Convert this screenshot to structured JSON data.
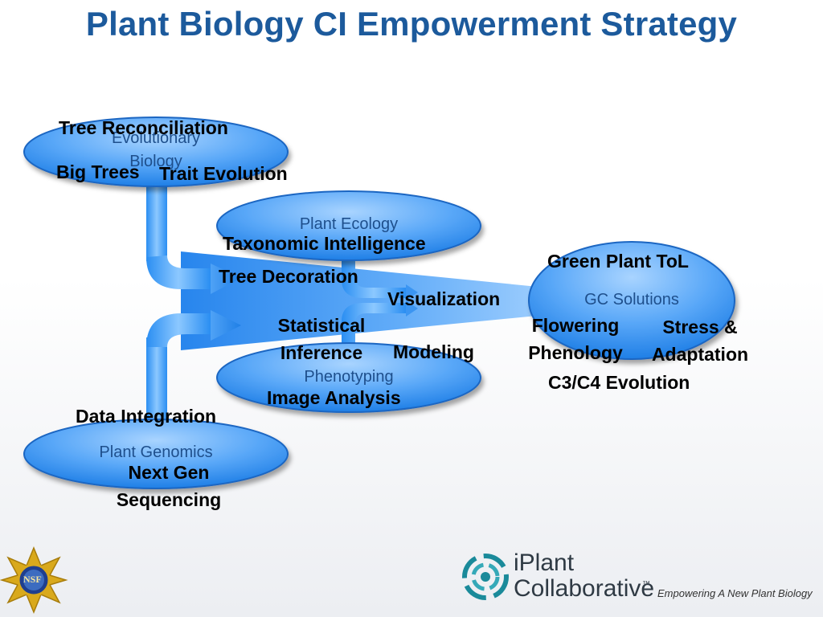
{
  "slide": {
    "title": "Plant Biology CI Empowerment Strategy"
  },
  "ellipses": {
    "evolutionary_biology": "Evolutionary Biology",
    "plant_ecology": "Plant Ecology",
    "gc_solutions": "GC Solutions",
    "phenotyping": "Phenotyping",
    "plant_genomics": "Plant Genomics"
  },
  "terms": {
    "tree_reconciliation": "Tree Reconciliation",
    "big_trees": "Big Trees",
    "trait_evolution": "Trait Evolution",
    "taxonomic_intelligence": "Taxonomic Intelligence",
    "tree_decoration": "Tree Decoration",
    "visualization": "Visualization",
    "statistical_inference_1": "Statistical",
    "statistical_inference_2": "Inference",
    "modeling": "Modeling",
    "image_analysis": "Image Analysis",
    "data_integration": "Data Integration",
    "next_gen_1": "Next Gen",
    "next_gen_2": "Sequencing",
    "green_plant_tol": "Green Plant ToL",
    "flowering_phenology_1": "Flowering",
    "flowering_phenology_2": "Phenology",
    "stress_adaptation_1": "Stress &",
    "stress_adaptation_2": "Adaptation",
    "c3c4_evolution": "C3/C4 Evolution"
  },
  "footer": {
    "nsf_logo_text": "NSF",
    "iplant_name_1": "iPlant",
    "iplant_name_2": "Collaborative",
    "trademark": "™",
    "tagline": "Empowering A New Plant Biology"
  },
  "colors": {
    "title": "#1c5a9c",
    "ellipse_light": "#8fc6ff",
    "ellipse_dark": "#1f7fe6",
    "ellipse_text": "#1e4f8c",
    "term_text": "#000000",
    "logo_teal": "#1a8a9a"
  }
}
